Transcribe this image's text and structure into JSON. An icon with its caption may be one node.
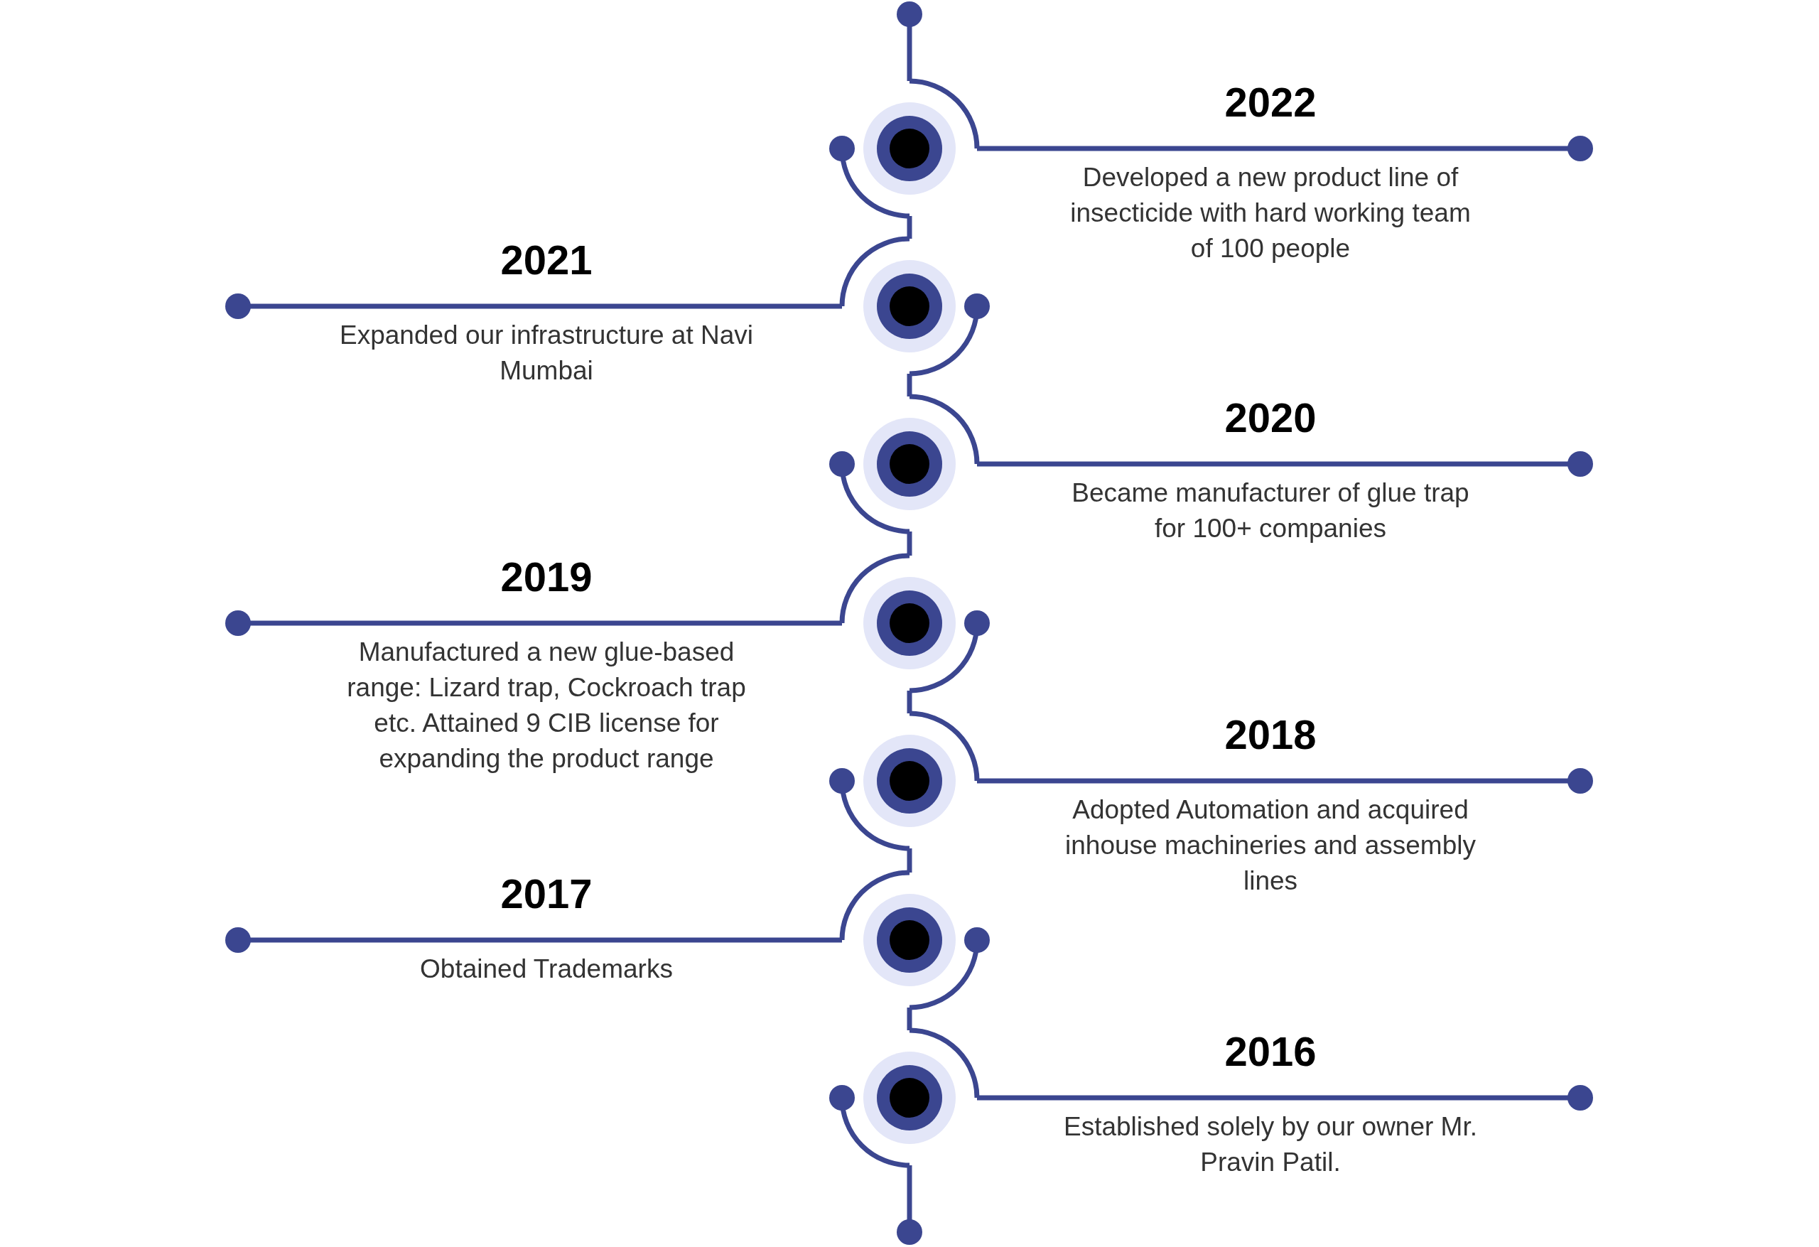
{
  "diagram": {
    "nodes": [
      {
        "text": [],
        "shape": "circle"
      },
      {
        "text": [],
        "shape": "circle"
      },
      {
        "text": [],
        "shape": "circle"
      },
      {
        "text": [],
        "shape": "circle"
      },
      {
        "text": [],
        "shape": "circle"
      },
      {
        "text": [],
        "shape": "circle"
      },
      {
        "text": [],
        "shape": "circle"
      },
      {
        "text": [
          "2022",
          "Developed a new product line of insecticide with hard working team of 100 people"
        ]
      },
      {
        "text": [
          "2021",
          "Expanded our infrastructure at Navi Mumbai"
        ]
      },
      {
        "text": [
          "2020",
          "Became manufacturer of glue trap for 100+ companies"
        ]
      },
      {
        "text": [
          "2019",
          "Manufactured a new glue-based range: Lizard trap, Cockroach trap etc. Attained 9 CIB license for expanding the product range"
        ]
      },
      {
        "text": [
          "2018",
          "Adopted Automation and acquired inhouse machineries and assembly lines"
        ]
      },
      {
        "text": [
          "2017",
          "Obtained Trademarks"
        ]
      },
      {
        "text": [
          "2016",
          "Established solely by our owner Mr. Pravin Patil."
        ]
      }
    ],
    "edges": [
      {
        "from": null,
        "to": 0,
        "arrow": "other"
      },
      {
        "from": 0,
        "to": 1,
        "arrow": "none"
      },
      {
        "from": 1,
        "to": 2,
        "arrow": "none"
      },
      {
        "from": 2,
        "to": 3,
        "arrow": "none"
      },
      {
        "from": 3,
        "to": 4,
        "arrow": "none"
      },
      {
        "from": 4,
        "to": 5,
        "arrow": "none"
      },
      {
        "from": 5,
        "to": 6,
        "arrow": "none"
      },
      {
        "from": 6,
        "to": null,
        "arrow": "other"
      }
    ]
  }
}
